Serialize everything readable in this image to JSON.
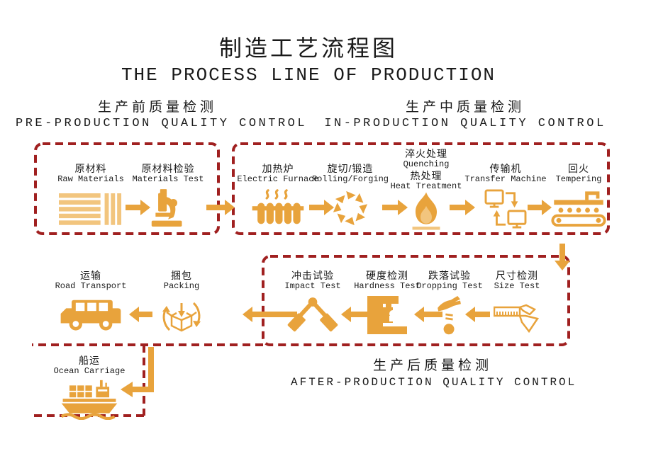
{
  "title": {
    "zh": "制造工艺流程图",
    "en": "THE PROCESS LINE OF PRODUCTION"
  },
  "sections": {
    "pre": {
      "zh": "生产前质量检测",
      "en": "PRE-PRODUCTION QUALITY CONTROL"
    },
    "in": {
      "zh": "生产中质量检测",
      "en": "IN-PRODUCTION QUALITY CONTROL"
    },
    "after": {
      "zh": "生产后质量检测",
      "en": "AFTER-PRODUCTION QUALITY CONTROL"
    }
  },
  "steps": {
    "raw_materials": {
      "zh": "原材料",
      "en": "Raw Materials"
    },
    "materials_test": {
      "zh": "原材料检验",
      "en": "Materials Test"
    },
    "electric_furnace": {
      "zh": "加热炉",
      "en": "Electric Furnace"
    },
    "rolling_forging": {
      "zh": "旋切/锻造",
      "en": "Rolling/Forging"
    },
    "heat_treatment": {
      "lines": [
        "淬火处理",
        "Quenching",
        "热处理",
        "Heat Treatment"
      ]
    },
    "transfer_machine": {
      "zh": "传输机",
      "en": "Transfer Machine"
    },
    "tempering": {
      "zh": "回火",
      "en": "Tempering"
    },
    "impact_test": {
      "zh": "冲击试验",
      "en": "Impact Test"
    },
    "hardness_test": {
      "zh": "硬度检测",
      "en": "Hardness Test"
    },
    "dropping_test": {
      "zh": "跌落试验",
      "en": "Dropping Test"
    },
    "size_test": {
      "zh": "尺寸检测",
      "en": "Size Test"
    },
    "road_transport": {
      "zh": "运输",
      "en": "Road Transport"
    },
    "packing": {
      "zh": "捆包",
      "en": "Packing"
    },
    "ocean_carriage": {
      "zh": "船运",
      "en": "Ocean Carriage"
    }
  },
  "colors": {
    "accent": "#E8A33C",
    "accent_light": "#F2C57E",
    "dashed_border": "#A02020",
    "text": "#1A1A1A",
    "background": "#FFFFFF"
  }
}
